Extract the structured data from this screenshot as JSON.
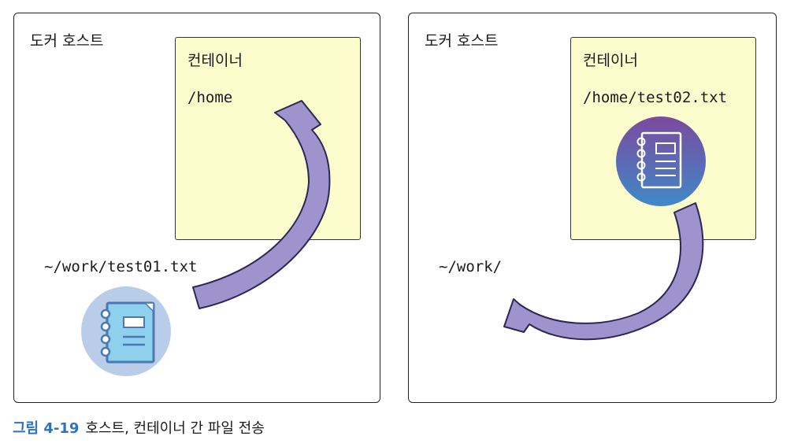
{
  "host_left": {
    "title": "도커 호스트",
    "path": "~/work/test01.txt",
    "container": {
      "title": "컨테이너",
      "path": "/home"
    }
  },
  "host_right": {
    "title": "도커 호스트",
    "path": "~/work/",
    "container": {
      "title": "컨테이너",
      "path": "/home/test02.txt"
    }
  },
  "icons": {
    "file_left": "notebook-icon",
    "file_right": "notebook-icon",
    "arrow": "curved-arrow"
  },
  "colors": {
    "container_fill": "#fdfccd",
    "arrow_fill": "#9e93cc",
    "icon_left_bg": "#b9cde9",
    "icon_right_bg_top": "#7b4a9e",
    "icon_right_bg_bottom": "#3f89c8",
    "caption_label": "#2a73c6"
  },
  "caption": {
    "label": "그림 4-19",
    "text": "호스트, 컨테이너 간 파일 전송"
  }
}
